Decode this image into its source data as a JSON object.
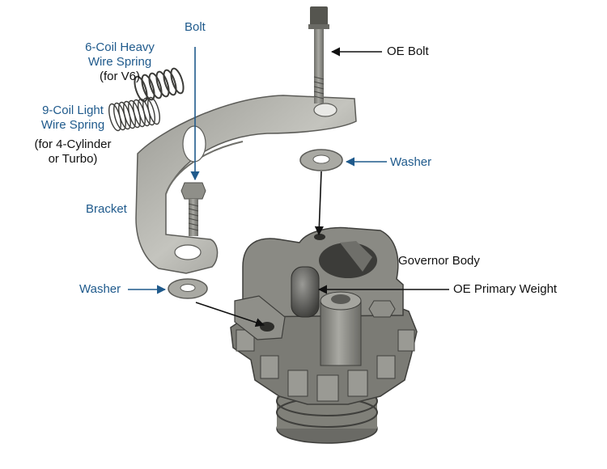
{
  "labels": {
    "bolt": "Bolt",
    "coil6_line1": "6-Coil Heavy",
    "coil6_line2": "Wire Spring",
    "coil6_note": "(for V6)",
    "coil9_line1": "9-Coil Light",
    "coil9_line2": "Wire Spring",
    "coil9_note_line1": "(for 4-Cylinder",
    "coil9_note_line2": "or Turbo)",
    "bracket": "Bracket",
    "washer_left": "Washer",
    "oe_bolt": "OE Bolt",
    "washer_right": "Washer",
    "governor_body": "Governor Body",
    "oe_primary_weight": "OE Primary Weight"
  },
  "colors": {
    "callout_blue": "#1f5a8c",
    "callout_black": "#111111",
    "metal": "#8c8c86",
    "metal_dark": "#5c5c58",
    "metal_light": "#b8b8b2"
  }
}
